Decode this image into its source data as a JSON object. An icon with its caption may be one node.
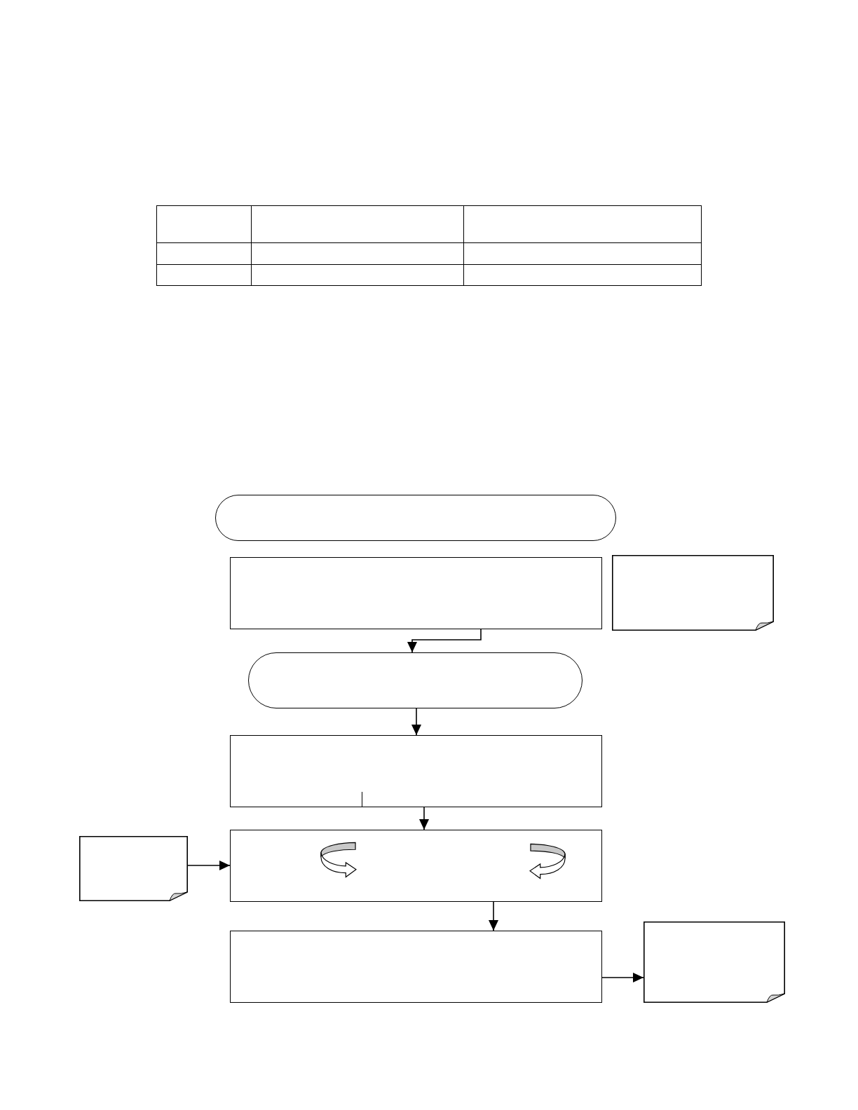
{
  "diagram": {
    "nodes": [
      {
        "text": [],
        "shape": "oval"
      },
      {
        "text": [],
        "shape": "box"
      },
      {
        "text": [],
        "shape": "note"
      },
      {
        "text": [],
        "shape": "oval"
      },
      {
        "text": [],
        "shape": "box"
      },
      {
        "text": [],
        "shape": "note"
      },
      {
        "text": [],
        "shape": "box"
      },
      {
        "text": [],
        "shape": "box"
      },
      {
        "text": [],
        "shape": "note"
      }
    ],
    "edges": [
      {
        "from": 1,
        "to": 3,
        "arrow": "to"
      },
      {
        "from": 3,
        "to": 4,
        "arrow": "to"
      },
      {
        "from": 4,
        "to": 6,
        "arrow": "to"
      },
      {
        "from": 5,
        "to": 6,
        "arrow": "to"
      },
      {
        "from": 6,
        "to": 7,
        "arrow": "to"
      },
      {
        "from": 7,
        "to": 8,
        "arrow": "to"
      }
    ]
  }
}
